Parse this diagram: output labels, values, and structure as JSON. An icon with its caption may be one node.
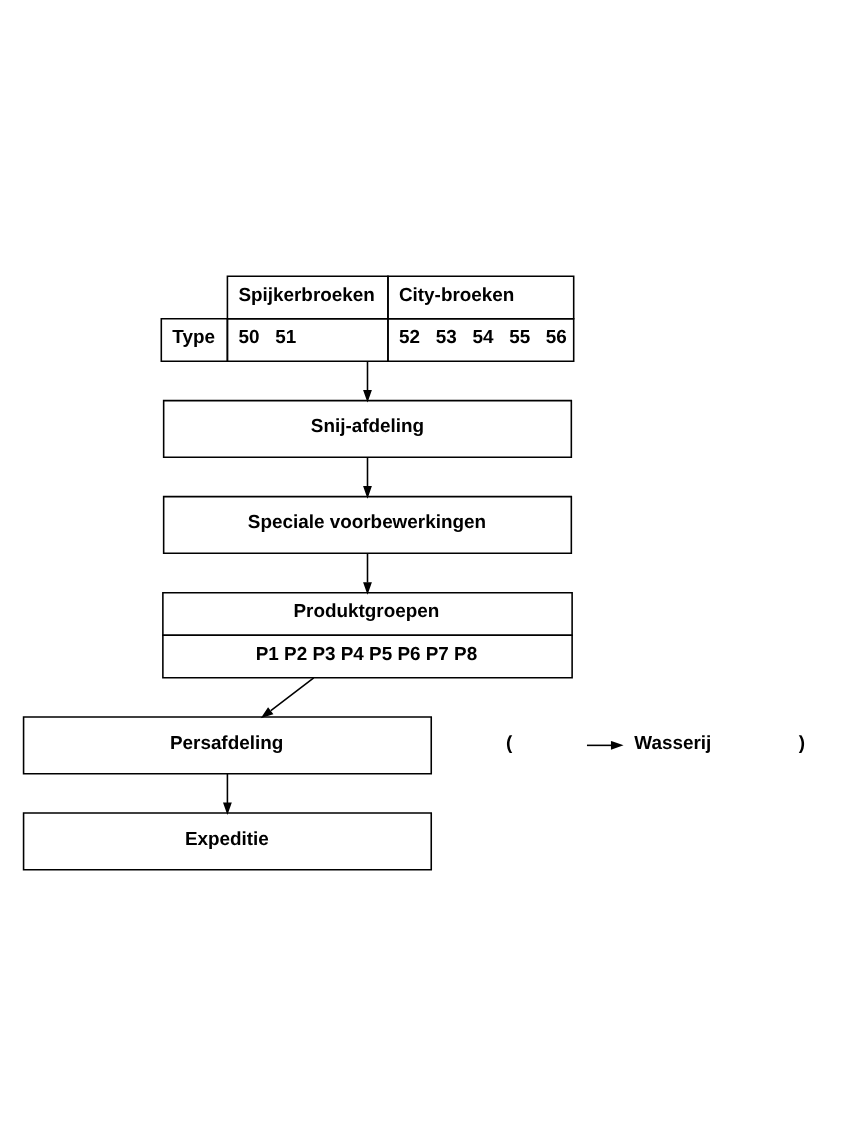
{
  "diagram": {
    "nodes": [
      {
        "text": [
          "Spijkerbroeken",
          "City-broeken",
          "Type",
          "50",
          "51",
          "52",
          "53",
          "54",
          "55",
          "56"
        ]
      },
      {
        "text": [
          "Snij-afdeling"
        ]
      },
      {
        "text": [
          "Speciale voorbewerkingen"
        ]
      },
      {
        "text": [
          "Produktgroepen",
          "P1 P2 P3 P4 P5 P6 P7 P8"
        ]
      },
      {
        "text": [
          "Persafdeling"
        ]
      },
      {
        "text": [
          "Expeditie"
        ]
      },
      {
        "text": [
          "Wasserij"
        ]
      }
    ],
    "edges": [
      {
        "from": 0,
        "to": 1,
        "arrow": "to"
      },
      {
        "from": 1,
        "to": 2,
        "arrow": "to"
      },
      {
        "from": 2,
        "to": 3,
        "arrow": "to"
      },
      {
        "from": 3,
        "to": 4,
        "arrow": "to"
      },
      {
        "from": 4,
        "to": 5,
        "arrow": "to"
      },
      {
        "from": null,
        "to": 6,
        "arrow": "to"
      }
    ],
    "labels": [
      "(",
      ")"
    ]
  }
}
